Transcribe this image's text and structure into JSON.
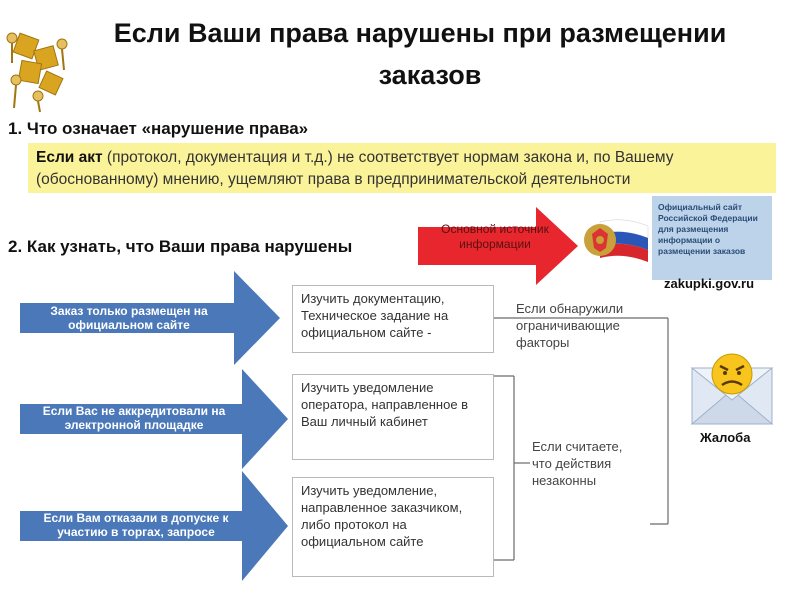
{
  "title": {
    "line1": "Если Ваши права нарушены при размещении",
    "line2": "заказов"
  },
  "section1": {
    "heading": "1. Что означает «нарушение права»",
    "definition_lead": "Если акт",
    "definition_rest": " (протокол, документация и т.д.) не соответствует нормам закона и, по Вашему (обоснованному) мнению, ущемляют права в предпринимательской деятельности"
  },
  "section2": {
    "heading": "2. Как узнать, что Ваши права нарушены"
  },
  "source_arrow": {
    "text": "Основной источник информации"
  },
  "site_badge": {
    "text": "Официальный сайт Российской Федерации для размещения информации о размещении заказов",
    "domain": "zakupki.gov.ru"
  },
  "cases": [
    {
      "label": "Заказ только размещен на официальном сайте"
    },
    {
      "label": "Если Вас не аккредитовали на электронной площадке"
    },
    {
      "label": "Если Вам отказали в допуске к участию в торгах, запросе"
    }
  ],
  "steps": [
    {
      "text": "Изучить документацию, Техническое задание на официальном сайте -"
    },
    {
      "text": "Изучить уведомление оператора, направленное в Ваш личный кабинет"
    },
    {
      "text": "Изучить уведомление, направленное заказчиком, либо протокол на официальном сайте"
    }
  ],
  "notes": {
    "found": "Если обнаружили ограничивающие факторы",
    "illegal": "Если считаете, что действия незаконны"
  },
  "complaint": {
    "label": "Жалоба",
    "icon": "angry-face-envelope-icon"
  },
  "decor_icon": "puzzle-people-icon",
  "emblem_icon": "russian-emblem-flag-icon",
  "colors": {
    "arrow_blue": "#4a78b8",
    "arrow_red": "#e8262d",
    "definition_bg": "#fbf39a",
    "badge_bg": "#bcd3ea"
  }
}
